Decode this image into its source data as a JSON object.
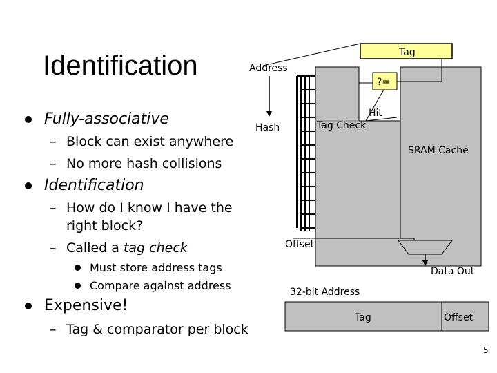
{
  "slide": {
    "title": "Identification",
    "page_number": "5"
  },
  "bullets": {
    "b1": "Fully-associative",
    "b1_sub1": "Block can exist anywhere",
    "b1_sub2": "No more hash collisions",
    "b2": "Identification",
    "b2_sub1_line1": "How do I know I have the",
    "b2_sub1_line2": "right block?",
    "b2_sub2_prefix": "Called a ",
    "b2_sub2_em": "tag check",
    "b2_subsub1": "Must store address tags",
    "b2_subsub2": "Compare against address",
    "b3": "Expensive!",
    "b3_sub1": "Tag & comparator per block"
  },
  "diagram": {
    "address_label": "Address",
    "hash_label": "Hash",
    "tag_check_label": "Tag Check",
    "tag_label": "Tag",
    "comparator_label": "?=",
    "hit_label": "Hit",
    "sram_label": "SRAM Cache",
    "offset_label": "Offset",
    "data_out_label": "Data Out",
    "address_bits_label": "32-bit Address",
    "addr_tag_label": "Tag",
    "addr_offset_label": "Offset",
    "colors": {
      "cache_fill": "#c0c0c0",
      "tag_box_fill": "#ffff99",
      "tag_box_border": "#000000"
    }
  }
}
